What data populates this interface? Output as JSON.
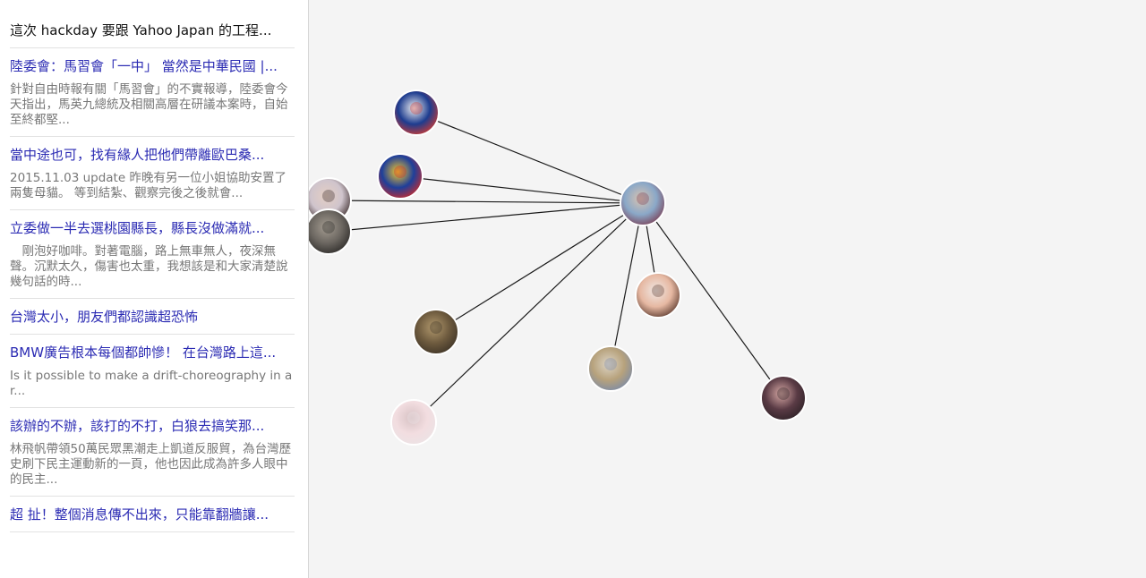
{
  "posts": [
    {
      "title": "這次 hackday 要跟 Yahoo Japan 的工程...",
      "excerpt": "",
      "link": false
    },
    {
      "title": "陸委會：馬習會「一中」 當然是中華民國 |...",
      "excerpt": "針對自由時報有關「馬習會」的不實報導，陸委會今天指出，馬英九總統及相關高層在研議本案時，自始至終都堅...",
      "link": true
    },
    {
      "title": "當中途也可，找有緣人把他們帶離歐巴桑...",
      "excerpt": "2015.11.03 update 昨晚有另一位小姐協助安置了兩隻母貓。 等到結紮、觀察完後之後就會...",
      "link": true
    },
    {
      "title": "立委做一半去選桃園縣長，縣長沒做滿就...",
      "excerpt": "　剛泡好咖啡。對著電腦，路上無車無人，夜深無聲。沉默太久，傷害也太重，我想該是和大家清楚說幾句話的時...",
      "link": true
    },
    {
      "title": "台灣太小，朋友們都認識超恐怖",
      "excerpt": "",
      "link": true
    },
    {
      "title": "BMW廣告根本每個都帥慘！ 在台灣路上這...",
      "excerpt": "Is it possible to make a drift-choreography in a r...",
      "link": true
    },
    {
      "title": "該辦的不辦，該打的不打，白狼去搞笑那...",
      "excerpt": "林飛帆帶領50萬民眾黑潮走上凱道反服貿，為台灣歷史刷下民主運動新的一頁，他也因此成為許多人眼中的民主...",
      "link": true
    },
    {
      "title": "超 扯！整個消息傳不出來，只能靠翻牆讓...",
      "excerpt": "",
      "link": true
    }
  ],
  "graph": {
    "center": {
      "name": "center-avatar",
      "colors": [
        "#8aa8c8",
        "#d9c3b0",
        "#7a3f55"
      ]
    },
    "nodes": [
      {
        "name": "avatar-france-flag",
        "colors": [
          "#1d3c8f",
          "#f2f2f2",
          "#d23a30"
        ]
      },
      {
        "name": "avatar-flag-tricolor",
        "colors": [
          "#1e3f9a",
          "#f2c72c",
          "#cc2b2b"
        ]
      },
      {
        "name": "avatar-woman",
        "colors": [
          "#cfc4cc",
          "#e5cfc4",
          "#3a2a2a"
        ]
      },
      {
        "name": "avatar-city-night",
        "colors": [
          "#6b6660",
          "#a59d92",
          "#2c2a28"
        ]
      },
      {
        "name": "avatar-man-glasses",
        "colors": [
          "#e6b8a2",
          "#f0e8e4",
          "#5c3a2e"
        ]
      },
      {
        "name": "avatar-group-photo",
        "colors": [
          "#6d5a3e",
          "#b39a6e",
          "#3d3326"
        ]
      },
      {
        "name": "avatar-building",
        "colors": [
          "#b7a27c",
          "#dcd4c6",
          "#7a8aa8"
        ]
      },
      {
        "name": "avatar-couple",
        "colors": [
          "#5a3b45",
          "#d7a9a5",
          "#2d2126"
        ]
      },
      {
        "name": "avatar-pink-blossom",
        "colors": [
          "#f2dde0",
          "#d7c2c4",
          "#ece3e5"
        ]
      }
    ]
  }
}
